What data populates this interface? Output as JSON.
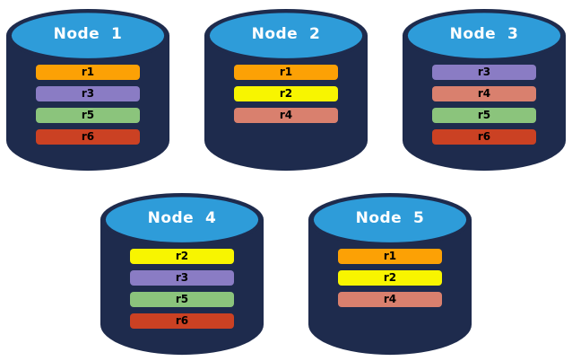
{
  "diagram": {
    "background": "#ffffff",
    "cylinder": {
      "body_color": "#1E2B4D",
      "top_color": "#2E9CD9",
      "label_color": "#ffffff",
      "bar_text_color": "#000000"
    },
    "replica_palette": {
      "r1": "#FCA105",
      "r2": "#F8F500",
      "r3": "#8A7CC4",
      "r4": "#D9806E",
      "r5": "#8BC47C",
      "r6": "#CB4123"
    },
    "rows": [
      {
        "nodes": [
          {
            "label": "Node  1",
            "replicas": [
              "r1",
              "r3",
              "r5",
              "r6"
            ]
          },
          {
            "label": "Node  2",
            "replicas": [
              "r1",
              "r2",
              "r4"
            ]
          },
          {
            "label": "Node  3",
            "replicas": [
              "r3",
              "r4",
              "r5",
              "r6"
            ]
          }
        ]
      },
      {
        "nodes": [
          {
            "label": "Node  4",
            "replicas": [
              "r2",
              "r3",
              "r5",
              "r6"
            ]
          },
          {
            "label": "Node  5",
            "replicas": [
              "r1",
              "r2",
              "r4"
            ]
          }
        ]
      }
    ]
  }
}
